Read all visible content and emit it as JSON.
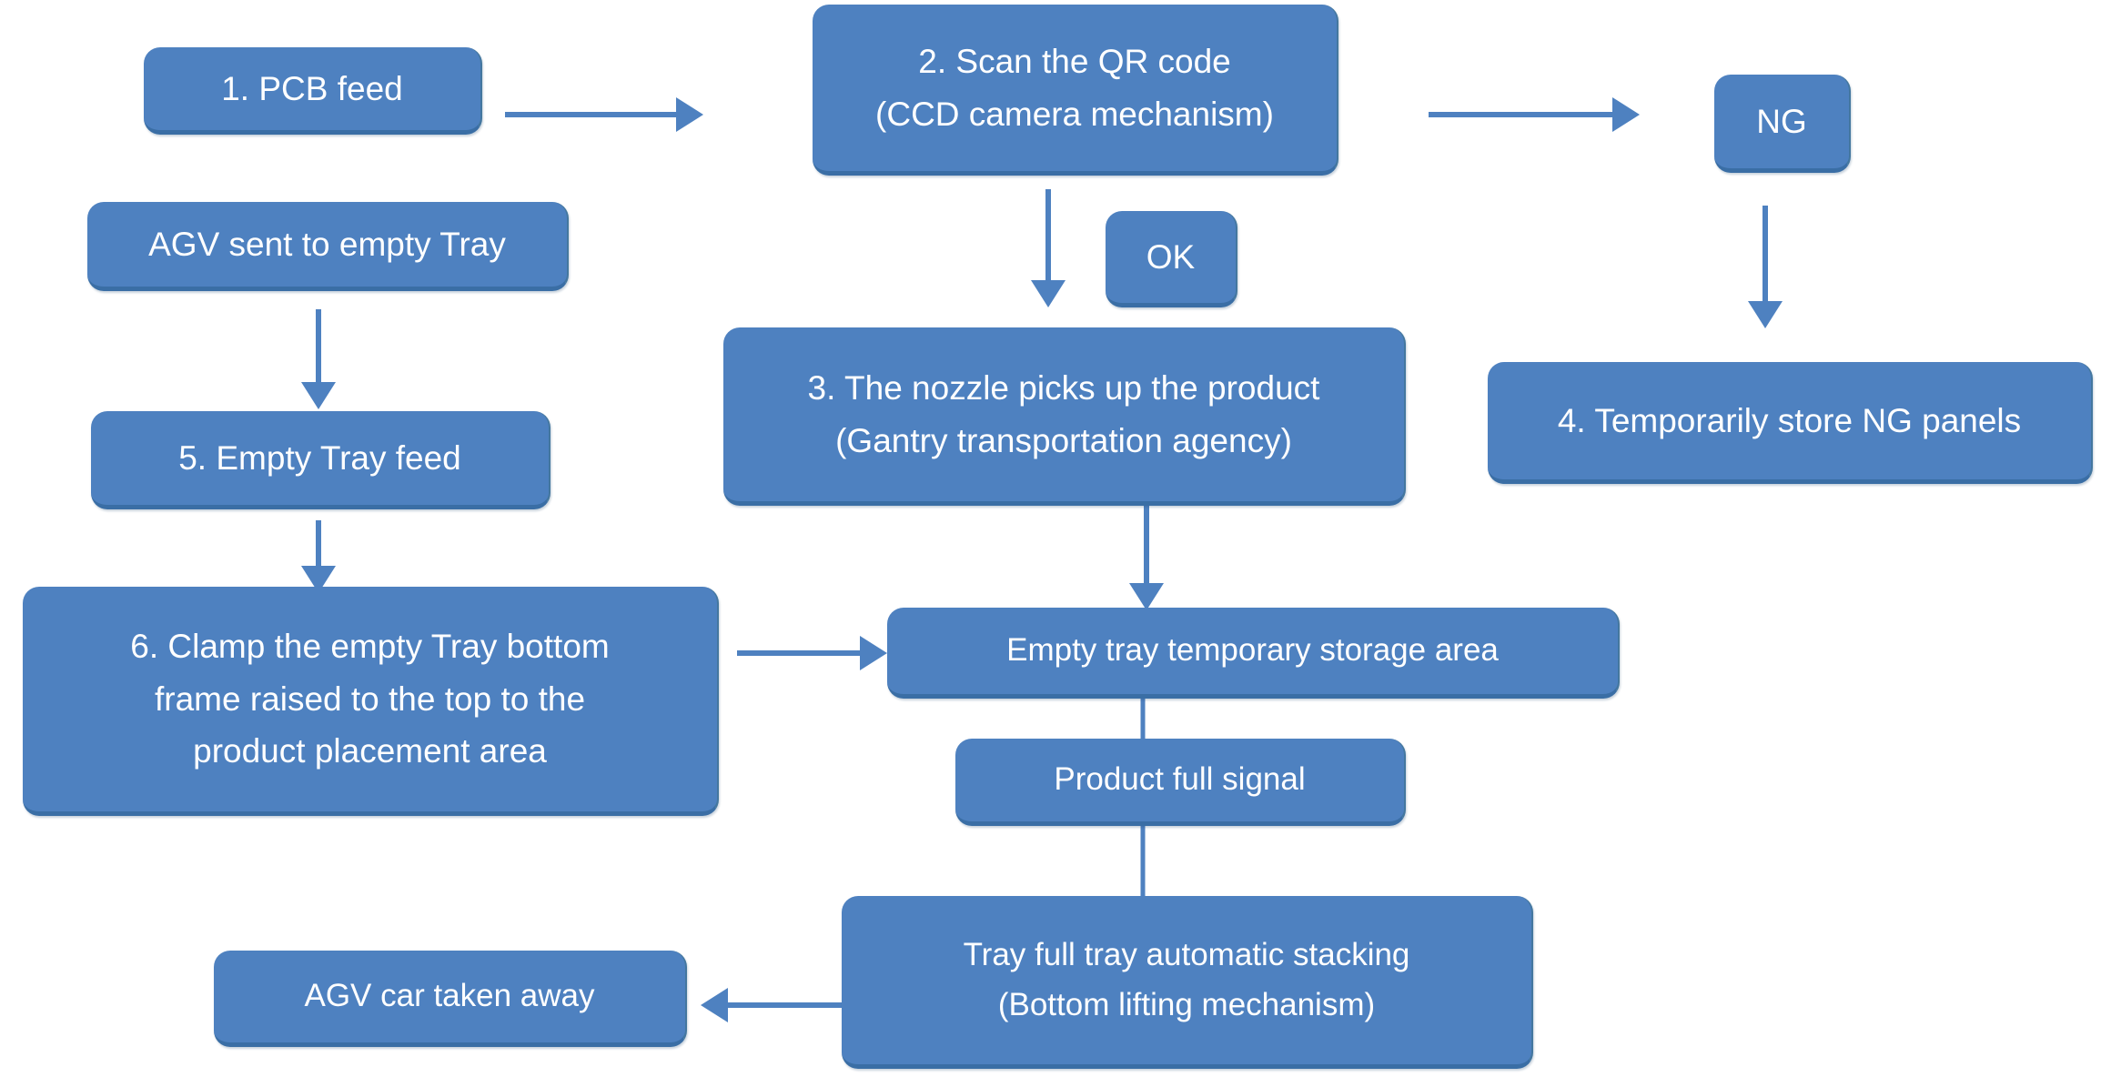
{
  "diagram": {
    "type": "flowchart",
    "orientation": "mixed",
    "background_color": "#FFFFFF",
    "node_fill_color": "#4E81C0",
    "node_border_color": "#3A6EA5",
    "node_text_color": "#FFFFFF",
    "connector_color": "#4E81C0",
    "nodes": [
      {
        "id": "pcb_feed",
        "label": "1. PCB feed",
        "lines": [
          "1. PCB feed"
        ]
      },
      {
        "id": "scan_qr",
        "label": "2. Scan the QR code (CCD camera mechanism)",
        "lines": [
          "2. Scan the QR code",
          "(CCD camera mechanism)"
        ]
      },
      {
        "id": "ng",
        "label": "NG",
        "lines": [
          "NG"
        ]
      },
      {
        "id": "agv_sent",
        "label": "AGV sent to empty Tray",
        "lines": [
          "AGV sent to empty Tray"
        ]
      },
      {
        "id": "ok",
        "label": "OK",
        "lines": [
          "OK"
        ]
      },
      {
        "id": "nozzle_pick",
        "label": "3. The nozzle picks up the product (Gantry transportation agency)",
        "lines": [
          "3. The nozzle picks up the product",
          "(Gantry transportation agency)"
        ]
      },
      {
        "id": "store_ng",
        "label": "4. Temporarily store NG panels",
        "lines": [
          "4. Temporarily store NG panels"
        ]
      },
      {
        "id": "empty_tray_feed",
        "label": "5. Empty Tray feed",
        "lines": [
          "5. Empty Tray feed"
        ]
      },
      {
        "id": "clamp_tray",
        "label": "6. Clamp the empty Tray bottom frame raised to the top to the product placement area",
        "lines": [
          "6. Clamp the empty Tray bottom",
          "frame raised to the top to the",
          "product placement area"
        ]
      },
      {
        "id": "empty_tray_storage",
        "label": "Empty tray temporary storage area",
        "lines": [
          "Empty tray temporary storage area"
        ]
      },
      {
        "id": "product_full_signal",
        "label": "Product full signal",
        "lines": [
          "Product full signal"
        ]
      },
      {
        "id": "tray_stacking",
        "label": "Tray full tray automatic stacking (Bottom lifting mechanism)",
        "lines": [
          "Tray full tray automatic stacking",
          "(Bottom lifting mechanism)"
        ]
      },
      {
        "id": "agv_taken_away",
        "label": "AGV car taken away",
        "lines": [
          "AGV car taken away"
        ]
      }
    ],
    "edges": [
      {
        "from": "pcb_feed",
        "to": "scan_qr",
        "direction": "right",
        "label": ""
      },
      {
        "from": "scan_qr",
        "to": "ng",
        "direction": "right",
        "label": ""
      },
      {
        "from": "scan_qr",
        "to": "nozzle_pick",
        "direction": "down",
        "label": "OK"
      },
      {
        "from": "ng",
        "to": "store_ng",
        "direction": "down",
        "label": ""
      },
      {
        "from": "agv_sent",
        "to": "empty_tray_feed",
        "direction": "down",
        "label": ""
      },
      {
        "from": "empty_tray_feed",
        "to": "clamp_tray",
        "direction": "down",
        "label": ""
      },
      {
        "from": "nozzle_pick",
        "to": "empty_tray_storage",
        "direction": "down",
        "label": ""
      },
      {
        "from": "clamp_tray",
        "to": "empty_tray_storage",
        "direction": "right",
        "label": ""
      },
      {
        "from": "empty_tray_storage",
        "to": "tray_stacking",
        "direction": "down",
        "label": "Product full signal"
      },
      {
        "from": "tray_stacking",
        "to": "agv_taken_away",
        "direction": "left",
        "label": ""
      }
    ]
  }
}
